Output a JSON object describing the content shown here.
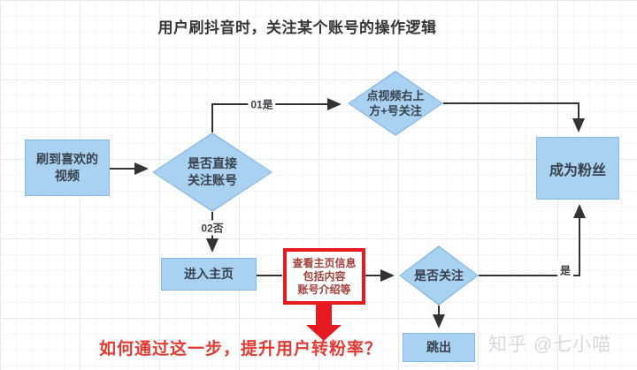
{
  "title": "用户刷抖音时，关注某个账号的操作逻辑",
  "flow": {
    "start_box": {
      "lines": [
        "刷到喜欢的",
        "视频"
      ]
    },
    "decision_direct_follow": {
      "lines": [
        "是否直接",
        "关注账号"
      ]
    },
    "action_plus_follow": {
      "lines": [
        "点视频右上",
        "方+号关注"
      ]
    },
    "become_fan_box": {
      "label": "成为粉丝"
    },
    "enter_homepage_box": {
      "label": "进入主页"
    },
    "view_homepage_box": {
      "lines": [
        "查看主页信息",
        "包括内容",
        "账号介绍等"
      ]
    },
    "decision_follow": {
      "label": "是否关注"
    },
    "exit_box": {
      "label": "跳出"
    },
    "edge_labels": {
      "yes1": "01是",
      "no2": "02否",
      "yes2": "是"
    }
  },
  "annotation": {
    "question": "如何通过这一步，提升用户转粉率？"
  },
  "watermark": "知乎 @七小喵",
  "colors": {
    "node_fill": "#a9d2f2",
    "node_border": "#88b8e2",
    "connector": "#333333",
    "highlight_red": "#e61a1f",
    "annotation_red": "#e23b33",
    "node_text": "#39414c",
    "watermark_gray": "#d9d9d9"
  }
}
